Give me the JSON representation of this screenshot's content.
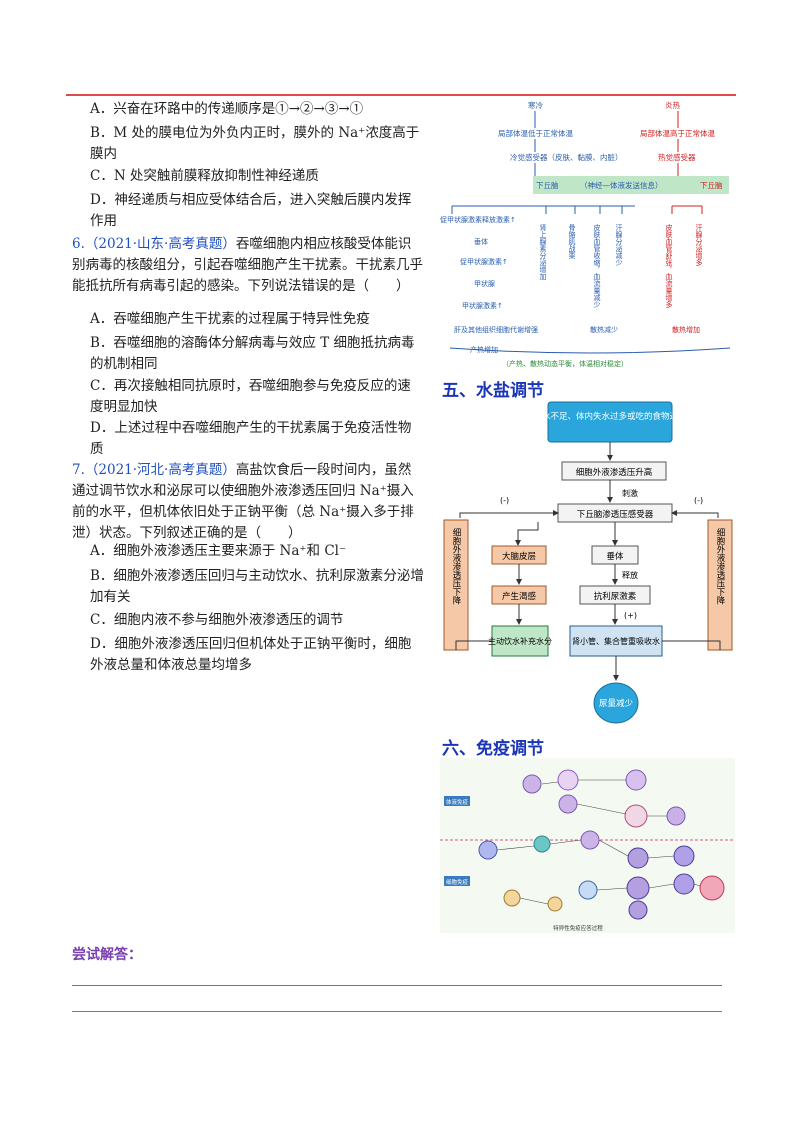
{
  "q5": {
    "optA": "A．兴奋在环路中的传递顺序是①→②→③→①",
    "optB": "B．M 处的膜电位为外负内正时，膜外的 Na⁺浓度高于膜内",
    "optC": "C．N 处突触前膜释放抑制性神经递质",
    "optD": "D．神经递质与相应受体结合后，进入突触后膜内发挥作用"
  },
  "q6": {
    "num": "6.",
    "source": "（2021·山东·高考真题）",
    "stem": "吞噬细胞内相应核酸受体能识别病毒的核酸组分，引起吞噬细胞产生干扰素。干扰素几乎能抵抗所有病毒引起的感染。下列说法错误的是（　　）",
    "optA": "A．吞噬细胞产生干扰素的过程属于特异性免疫",
    "optB": "B．吞噬细胞的溶酶体分解病毒与效应 T 细胞抵抗病毒的机制相同",
    "optC": "C．再次接触相同抗原时，吞噬细胞参与免疫反应的速度明显加快",
    "optD": "D．上述过程中吞噬细胞产生的干扰素属于免疫活性物质"
  },
  "q7": {
    "num": "7.",
    "source": "（2021·河北·高考真题）",
    "stem": "高盐饮食后一段时间内，虽然通过调节饮水和泌尿可以使细胞外液渗透压回归 Na⁺摄入前的水平，但机体依旧处于正钠平衡（总 Na⁺摄入多于排泄）状态。下列叙述正确的是（　　）",
    "optA": "A．细胞外液渗透压主要来源于 Na⁺和 Cl⁻",
    "optB": "B．细胞外液渗透压回归与主动饮水、抗利尿激素分泌增加有关",
    "optC": "C．细胞内液不参与细胞外液渗透压的调节",
    "optD": "D．细胞外液渗透压回归但机体处于正钠平衡时，细胞外液总量和体液总量均增多"
  },
  "thermo": {
    "cold": "寒冷",
    "hot": "炎热",
    "low_temp": "局部体温低于正常体温",
    "high_temp": "局部体温高于正常体温",
    "cold_receptor": "冷觉感受器（皮肤、黏膜、内脏）",
    "heat_receptor": "热觉感受器",
    "hypo_left": "下丘脑",
    "mid_label": "（神经—体液发送信息）",
    "hypo_right": "下丘脑",
    "trh": "促甲状腺激素释放激素↑",
    "pituitary": "垂体",
    "tsh": "促甲状腺激素↑",
    "thyroid": "甲状腺",
    "th": "甲状腺激素↑",
    "metab": "肝及其他组织细胞代谢增强",
    "adrenal": "肾上腺素分泌增加",
    "shiver": "骨骼肌战栗",
    "vaso_c": "皮肤血管收缩，血流量减少",
    "sweat_d": "汗腺分泌减少",
    "vaso_d": "皮肤血管舒张，血流量增多",
    "sweat_i": "汗腺分泌增多",
    "heat_prod": "产热增加",
    "heat_loss_less": "散热减少",
    "heat_loss_more": "散热增加",
    "balance": "（产热、散热动态平衡，体温相对稳定）"
  },
  "sec5": {
    "title": "五、水盐调节"
  },
  "water": {
    "cause": "饮水不足、体内失水过多或吃的食物过咸",
    "osm_up": "细胞外液渗透压升高",
    "stim": "刺激",
    "receptor": "下丘脑渗透压感受器",
    "neg_left": "(-)",
    "neg_right": "(-)",
    "left_side": "细胞外液渗透压下降",
    "right_side": "细胞外液渗透压下降",
    "cortex": "大脑皮层",
    "thirst": "产生渴感",
    "drink": "主动饮水补充水分",
    "pituitary": "垂体",
    "release": "释放",
    "adh": "抗利尿激素",
    "pos": "(+)",
    "kidney": "肾小管、集合管重吸收水",
    "urine": "尿量减少"
  },
  "sec6": {
    "title": "六、免疫调节"
  },
  "immune": {
    "humoral": "体液免疫",
    "cellular": "细胞免疫",
    "caption": "特异性免疫应答过程"
  },
  "answer": {
    "label": "尝试解答："
  }
}
